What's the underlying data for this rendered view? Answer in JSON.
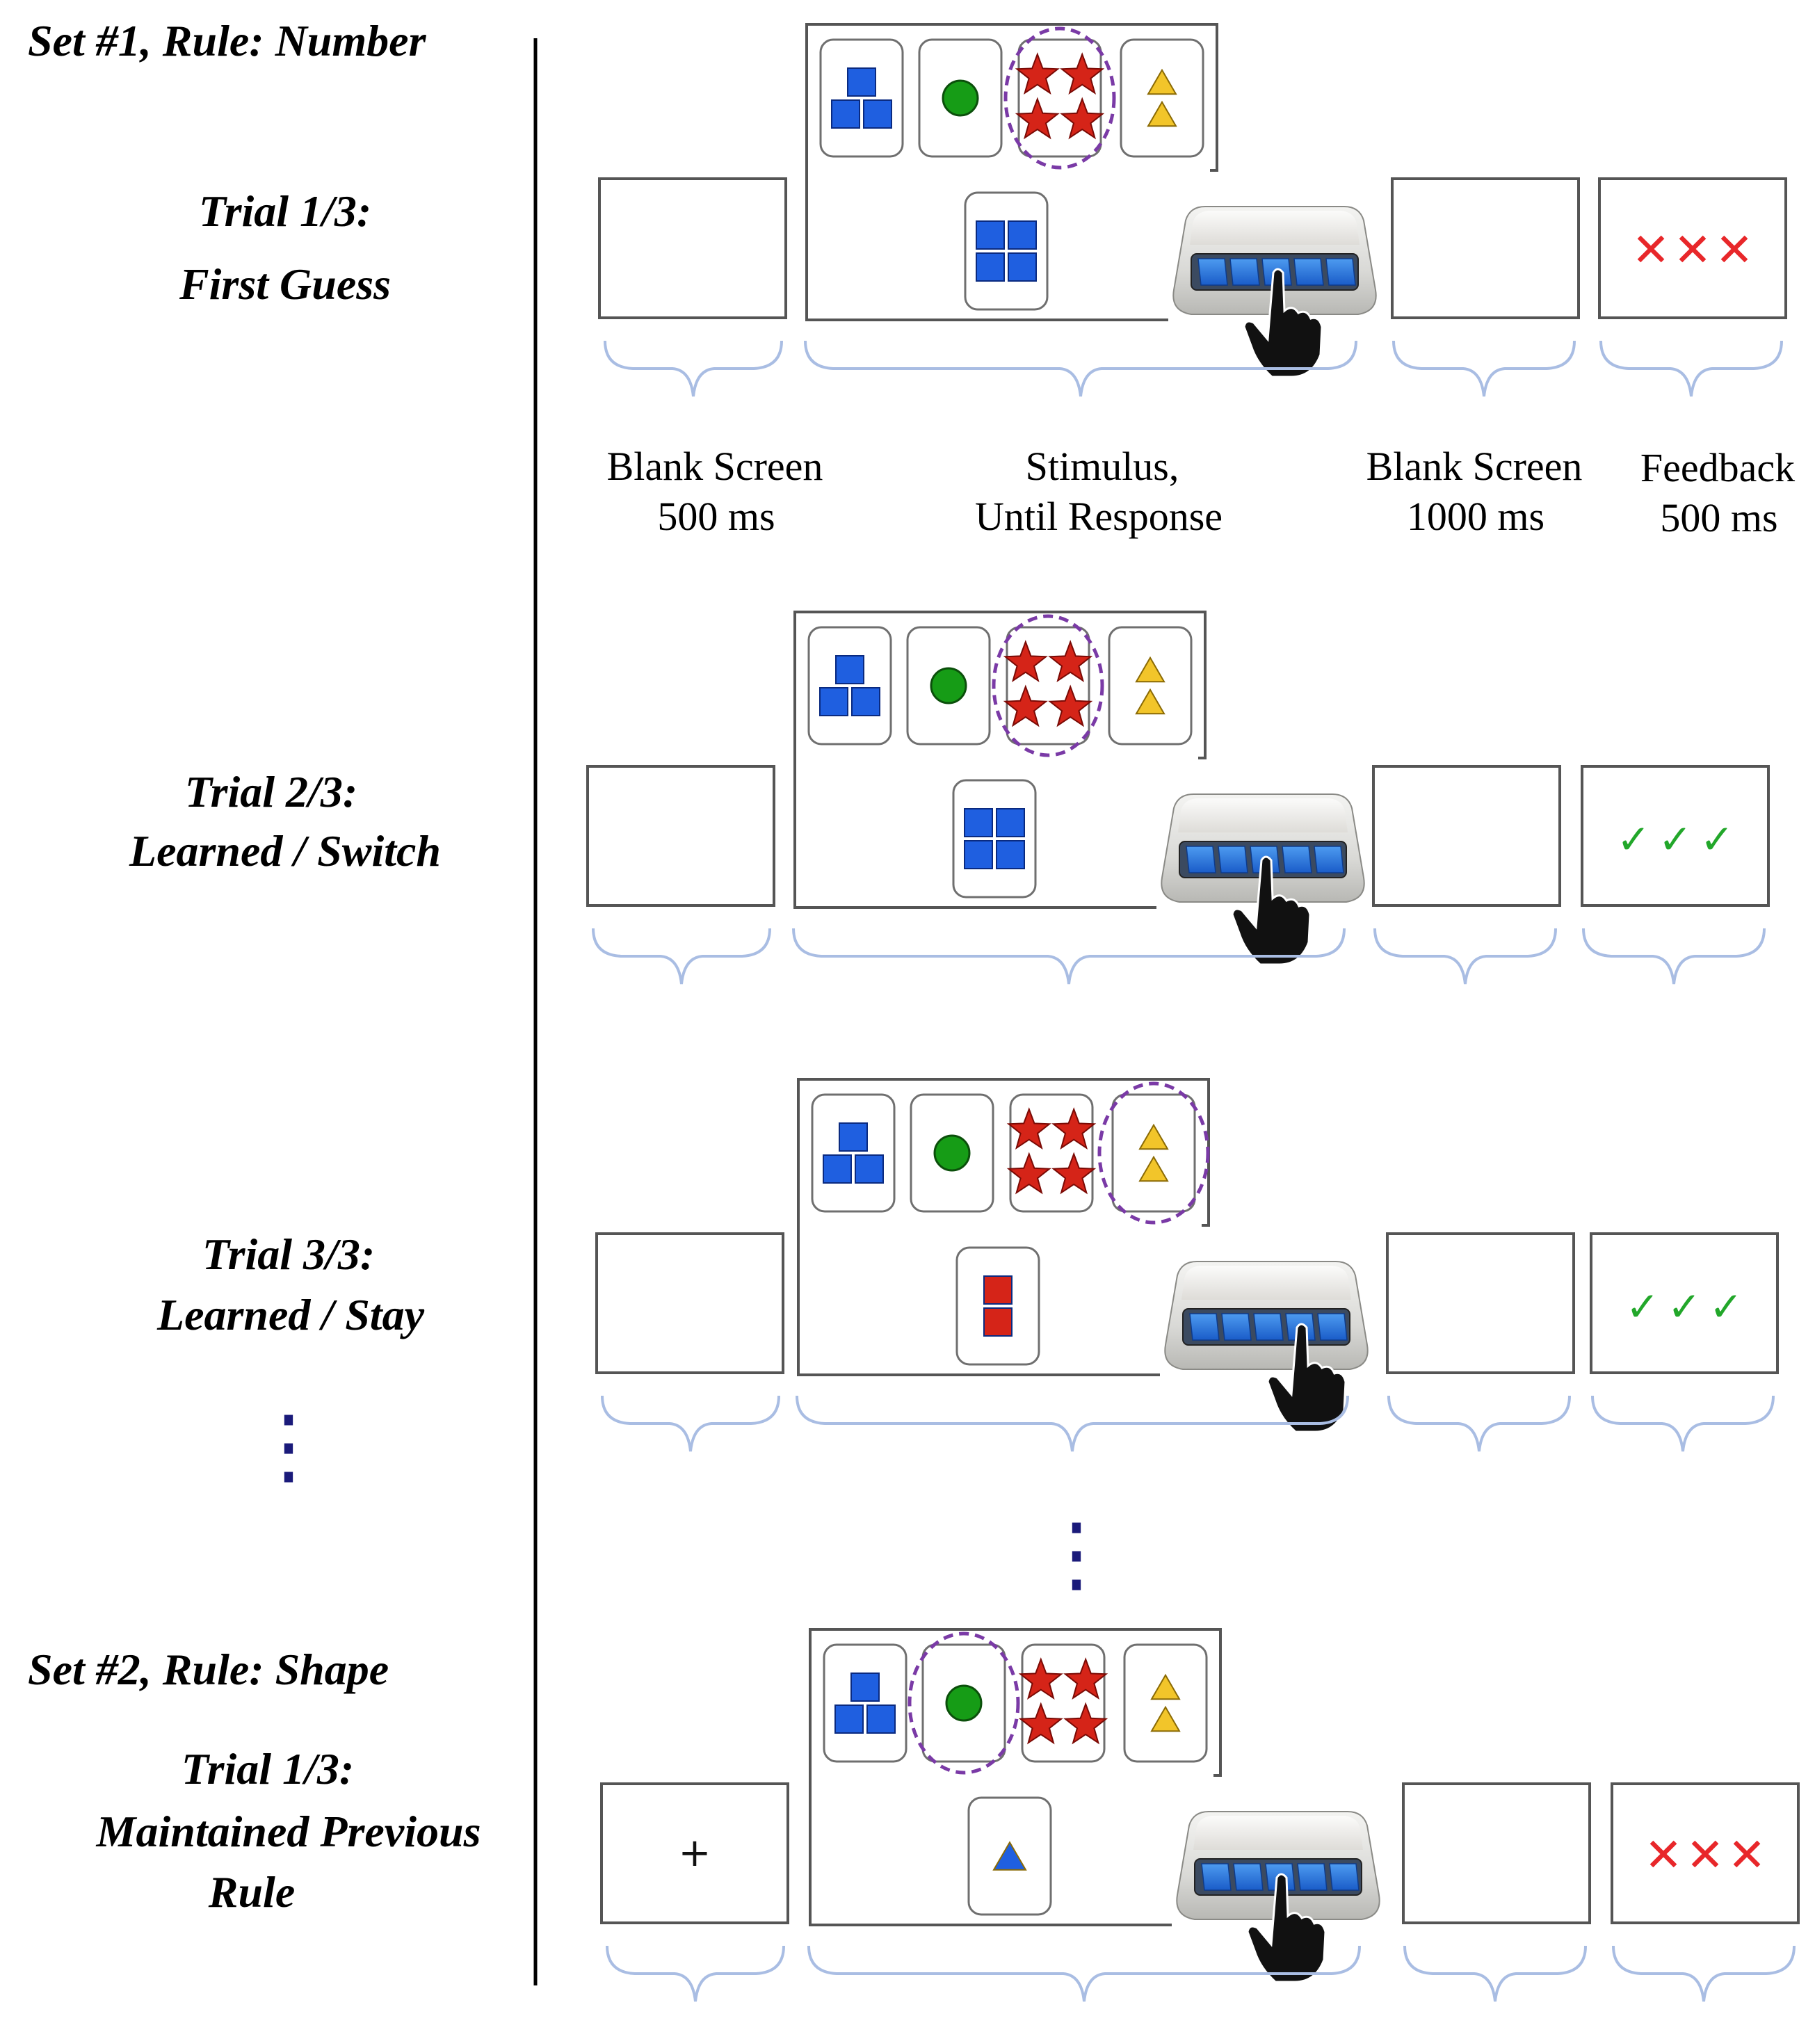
{
  "colors": {
    "set_heading": "#93208f",
    "trial_heading": "#111111",
    "trial_type": "#2a2af0",
    "caption": "#3333dd",
    "brace": "#a9bde3",
    "dashed_ring": "#7a3aa6",
    "blue_square": "#1f5fe0",
    "green_circle": "#169c16",
    "red_star": "#d52418",
    "yellow_triangle": "#f2c52a",
    "red_square": "#d52418",
    "blue_triangle": "#1f5fe0",
    "feedback_wrong": "#e8272a",
    "feedback_correct": "#22a72a"
  },
  "timeline": {
    "captions": [
      {
        "line1": "Blank Screen",
        "line2": "500 ms"
      },
      {
        "line1": "Stimulus,",
        "line2": "Until Response"
      },
      {
        "line1": "Blank Screen",
        "line2": "1000 ms"
      },
      {
        "line1": "Feedback",
        "line2": "500 ms"
      }
    ]
  },
  "sets": [
    {
      "heading": "Set #1, Rule:  Number",
      "trials": [
        {
          "heading": "Trial 1/3:",
          "type_lines": [
            "First Guess"
          ],
          "reference_cards": [
            {
              "shape": "square",
              "count": 3,
              "color": "blue"
            },
            {
              "shape": "circle",
              "count": 1,
              "color": "green"
            },
            {
              "shape": "star",
              "count": 4,
              "color": "red"
            },
            {
              "shape": "triangle",
              "count": 2,
              "color": "yellow"
            }
          ],
          "selected_card": 3,
          "target_card": {
            "shape": "square",
            "count": 4,
            "color": "blue"
          },
          "pressed_key": 3,
          "feedback": {
            "type": "incorrect",
            "symbols": [
              "✕",
              "✕",
              "✕"
            ]
          },
          "blank_symbol": ""
        },
        {
          "heading": "Trial 2/3:",
          "type_lines": [
            "Learned / Switch"
          ],
          "reference_cards": [
            {
              "shape": "square",
              "count": 3,
              "color": "blue"
            },
            {
              "shape": "circle",
              "count": 1,
              "color": "green"
            },
            {
              "shape": "star",
              "count": 4,
              "color": "red"
            },
            {
              "shape": "triangle",
              "count": 2,
              "color": "yellow"
            }
          ],
          "selected_card": 3,
          "target_card": {
            "shape": "square",
            "count": 4,
            "color": "blue"
          },
          "pressed_key": 3,
          "feedback": {
            "type": "correct",
            "symbols": [
              "✓",
              "✓",
              "✓"
            ]
          },
          "blank_symbol": ""
        },
        {
          "heading": "Trial 3/3:",
          "type_lines": [
            "Learned / Stay"
          ],
          "reference_cards": [
            {
              "shape": "square",
              "count": 3,
              "color": "blue"
            },
            {
              "shape": "circle",
              "count": 1,
              "color": "green"
            },
            {
              "shape": "star",
              "count": 4,
              "color": "red"
            },
            {
              "shape": "triangle",
              "count": 2,
              "color": "yellow"
            }
          ],
          "selected_card": 4,
          "target_card": {
            "shape": "square",
            "count": 2,
            "color": "red"
          },
          "pressed_key": 4,
          "feedback": {
            "type": "correct",
            "symbols": [
              "✓",
              "✓",
              "✓"
            ]
          },
          "blank_symbol": ""
        }
      ]
    },
    {
      "heading": "Set #2, Rule:  Shape",
      "trials": [
        {
          "heading": "Trial 1/3:",
          "type_lines": [
            "Maintained Previous",
            "Rule"
          ],
          "reference_cards": [
            {
              "shape": "square",
              "count": 3,
              "color": "blue"
            },
            {
              "shape": "circle",
              "count": 1,
              "color": "green"
            },
            {
              "shape": "star",
              "count": 4,
              "color": "red"
            },
            {
              "shape": "triangle",
              "count": 2,
              "color": "yellow"
            }
          ],
          "selected_card": 2,
          "target_card": {
            "shape": "triangle",
            "count": 1,
            "color": "blue"
          },
          "pressed_key": 3,
          "feedback": {
            "type": "incorrect",
            "symbols": [
              "✕",
              "✕",
              "✕"
            ]
          },
          "blank_symbol": "+"
        }
      ]
    }
  ],
  "continuation_marks": [
    "⋮",
    "⋮"
  ]
}
